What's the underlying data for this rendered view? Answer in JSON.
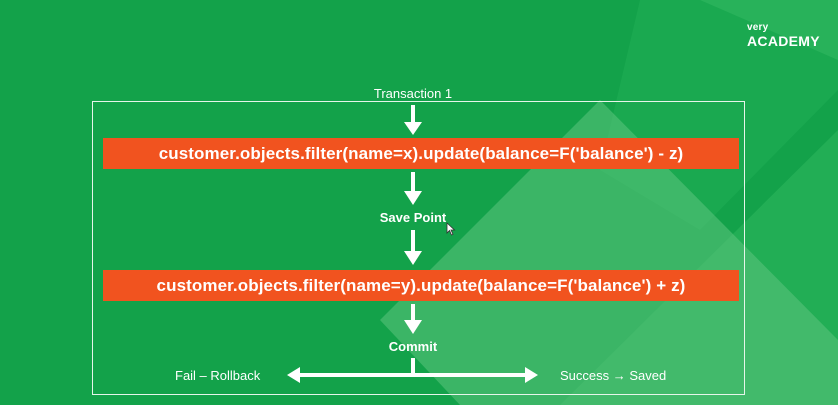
{
  "logo": {
    "small": "very",
    "big": "ACADEMY"
  },
  "diagram": {
    "transaction_label": "Transaction 1",
    "step1_code": "customer.objects.filter(name=x).update(balance=F('balance') - z)",
    "save_point_label": "Save Point",
    "step2_code": "customer.objects.filter(name=y).update(balance=F('balance') + z)",
    "commit_label": "Commit",
    "fail_label": "Fail – Rollback",
    "success_label": "Success → Saved"
  },
  "colors": {
    "background": "#13a24a",
    "code_bar": "#f1531f",
    "text": "#ffffff"
  }
}
